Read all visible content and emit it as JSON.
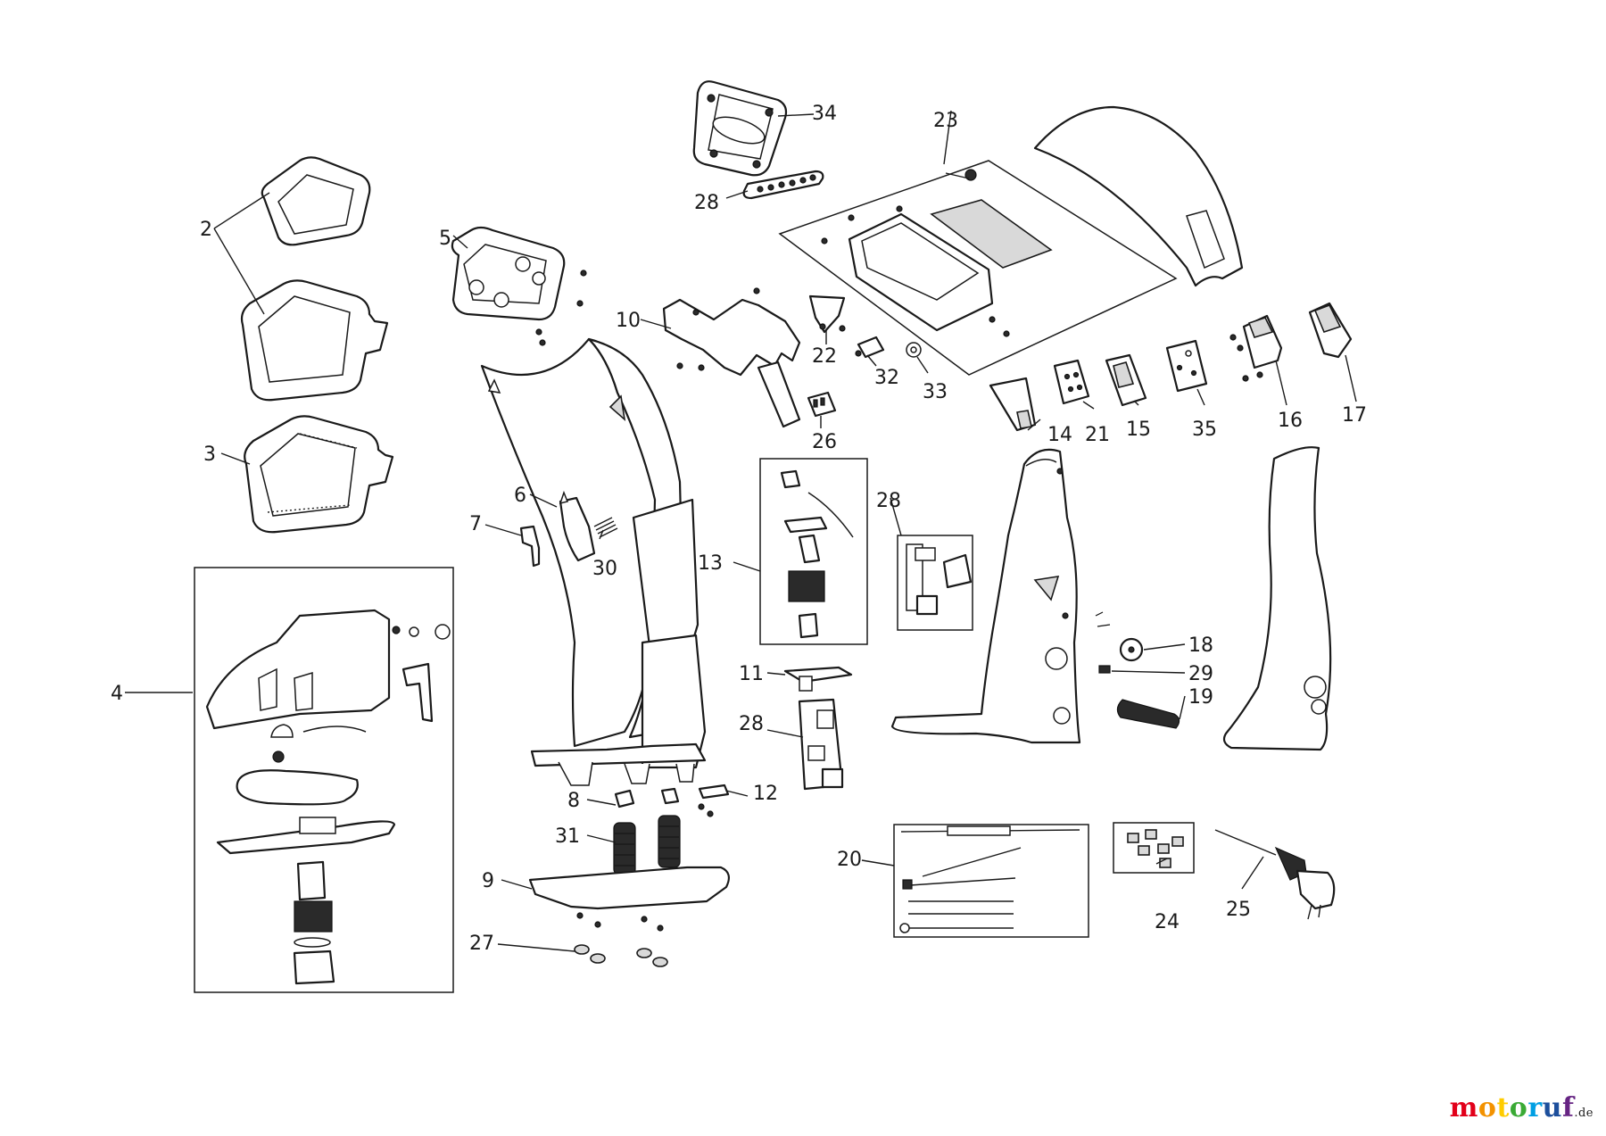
{
  "labels": {
    "l2": "2",
    "l3": "3",
    "l4": "4",
    "l5": "5",
    "l6": "6",
    "l7": "7",
    "l8": "8",
    "l9": "9",
    "l10": "10",
    "l11": "11",
    "l12": "12",
    "l13": "13",
    "l14": "14",
    "l15": "15",
    "l16": "16",
    "l17": "17",
    "l18": "18",
    "l19": "19",
    "l20": "20",
    "l21": "21",
    "l22": "22",
    "l23": "23",
    "l24": "24",
    "l25": "25",
    "l26": "26",
    "l27": "27",
    "l28a": "28",
    "l28b": "28",
    "l28c": "28",
    "l29": "29",
    "l30": "30",
    "l31": "31",
    "l32": "32",
    "l33": "33",
    "l34": "34",
    "l35": "35"
  },
  "watermark": {
    "name": "motoruf",
    "tld": ".de",
    "colors": [
      "#e2001a",
      "#f39200",
      "#ffcc00",
      "#3aaa35",
      "#009fe3",
      "#1d4f9c",
      "#662483"
    ]
  }
}
